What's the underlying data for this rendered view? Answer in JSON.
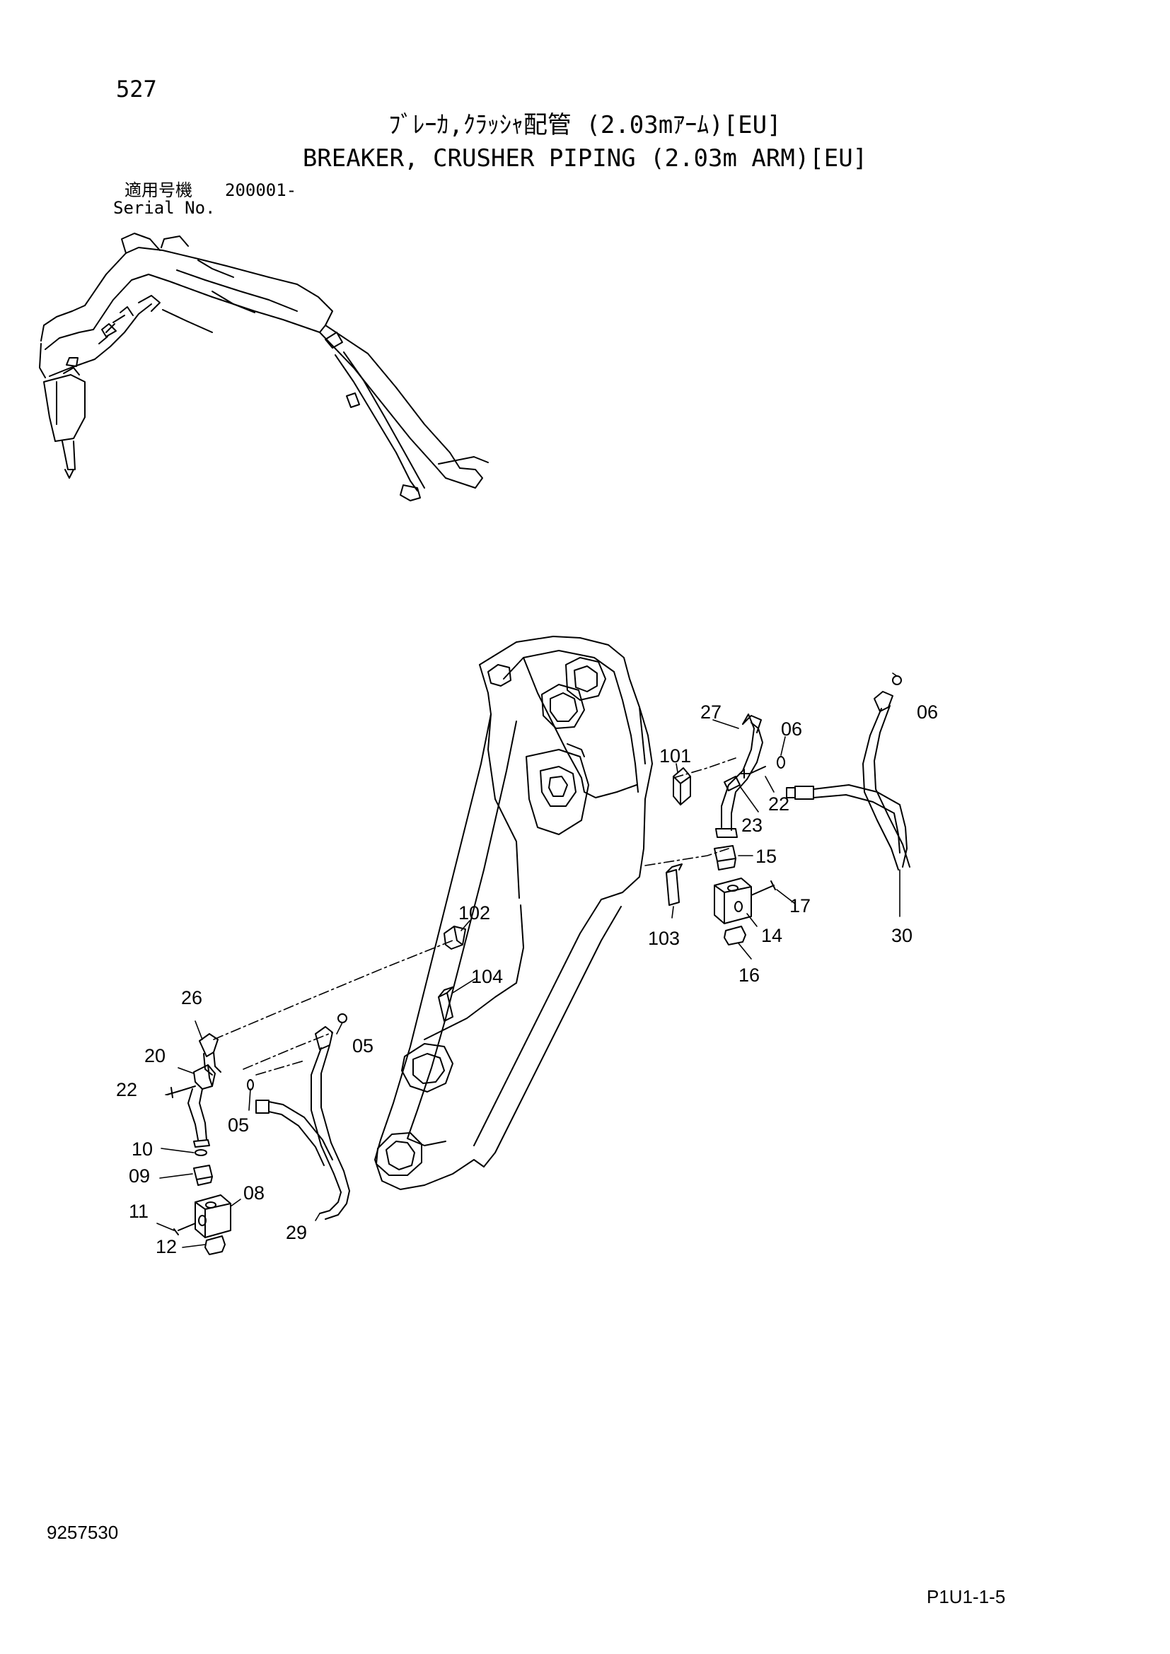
{
  "header": {
    "page_number": "527",
    "title_jp": "ﾌﾞﾚｰｶ,ｸﾗｯｼｬ配管 (2.03mｱｰﾑ)[EU]",
    "title_en": "BREAKER, CRUSHER PIPING (2.03m ARM)[EU]",
    "serial_label_jp": "適用号機",
    "serial_value": "200001-",
    "serial_label_en": "Serial No."
  },
  "callouts": [
    "27",
    "06",
    "06",
    "101",
    "22",
    "23",
    "15",
    "17",
    "102",
    "103",
    "14",
    "16",
    "30",
    "104",
    "26",
    "05",
    "20",
    "22",
    "05",
    "10",
    "09",
    "08",
    "11",
    "12",
    "29"
  ],
  "footer": {
    "doc_number": "9257530",
    "page_code": "P1U1-1-5"
  }
}
